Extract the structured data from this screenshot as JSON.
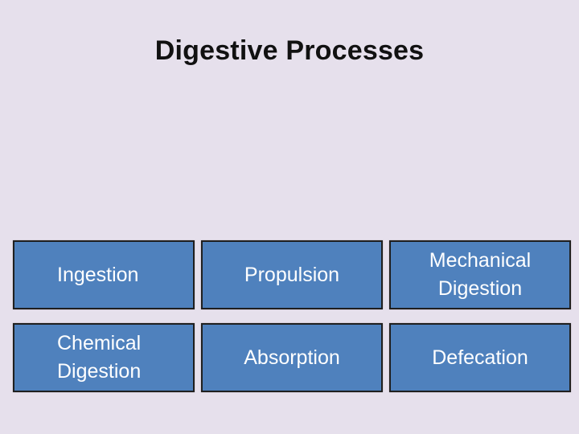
{
  "slide": {
    "title": "Digestive Processes"
  },
  "colors": {
    "background": "#e6e0ec",
    "box_fill": "#4f81bd",
    "box_border": "#1f1f1f",
    "box_text": "#ffffff"
  },
  "boxes": [
    {
      "label": "Ingestion"
    },
    {
      "label": "Propulsion"
    },
    {
      "label": "Mechanical\nDigestion"
    },
    {
      "label": "Chemical\nDigestion"
    },
    {
      "label": "Absorption"
    },
    {
      "label": "Defecation"
    }
  ]
}
